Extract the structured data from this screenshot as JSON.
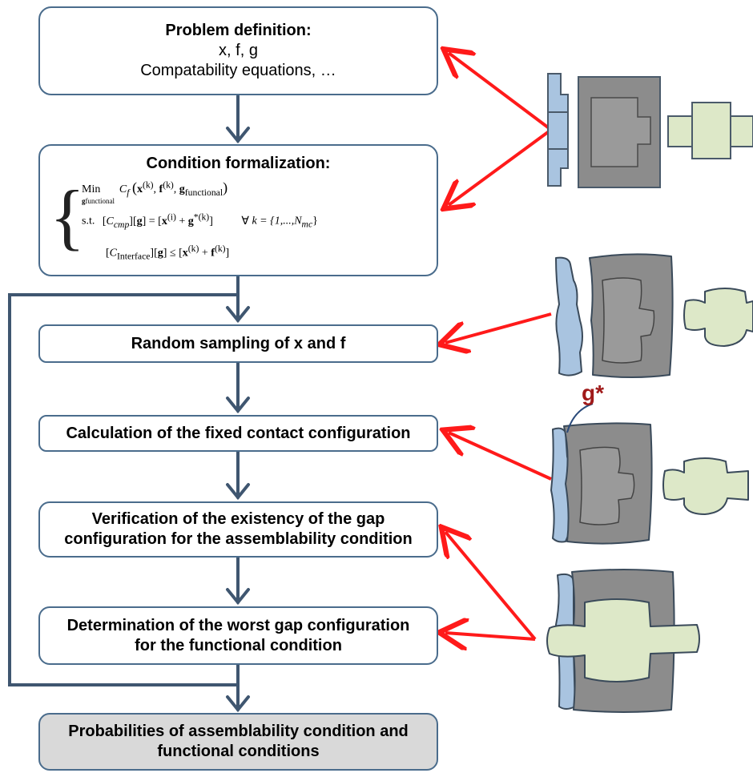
{
  "flowchart": {
    "steps": [
      {
        "title": "Problem definition:",
        "lines": [
          "x, f, g",
          "Compatability equations, …"
        ]
      },
      {
        "title": "Condition formalization:"
      },
      {
        "text": "Random sampling of x  and f"
      },
      {
        "text": "Calculation of the fixed contact configuration"
      },
      {
        "text": "Verification of the existency of the gap\nconfiguration for the assemblability condition"
      },
      {
        "text": "Determination of the worst gap configuration\nfor the functional condition"
      },
      {
        "text": "Probabilities of assemblability condition and\nfunctional conditions"
      }
    ],
    "formula": {
      "min": "Min",
      "min_sub": "g",
      "min_sub2": "functional",
      "objective": "C",
      "objective_sub": "f",
      "obj_args": "x",
      "st": "s.t.",
      "comp": "C",
      "comp_sub": "cmp",
      "g": "g",
      "forall": "∀",
      "k_set": "k = {1,...,N",
      "k_sub": "mc",
      "interface": "C",
      "interface_sub": "Interface"
    }
  },
  "annotation": {
    "gstar": "g*"
  },
  "colors": {
    "box_border": "#4a6c8c",
    "flow_arrow": "#3f5670",
    "red_arrow": "#ff1a1a",
    "part_blue": "#a9c4e0",
    "part_gray": "#8c8c8c",
    "part_green": "#dde8c8",
    "final_box": "#d9d9d9"
  }
}
